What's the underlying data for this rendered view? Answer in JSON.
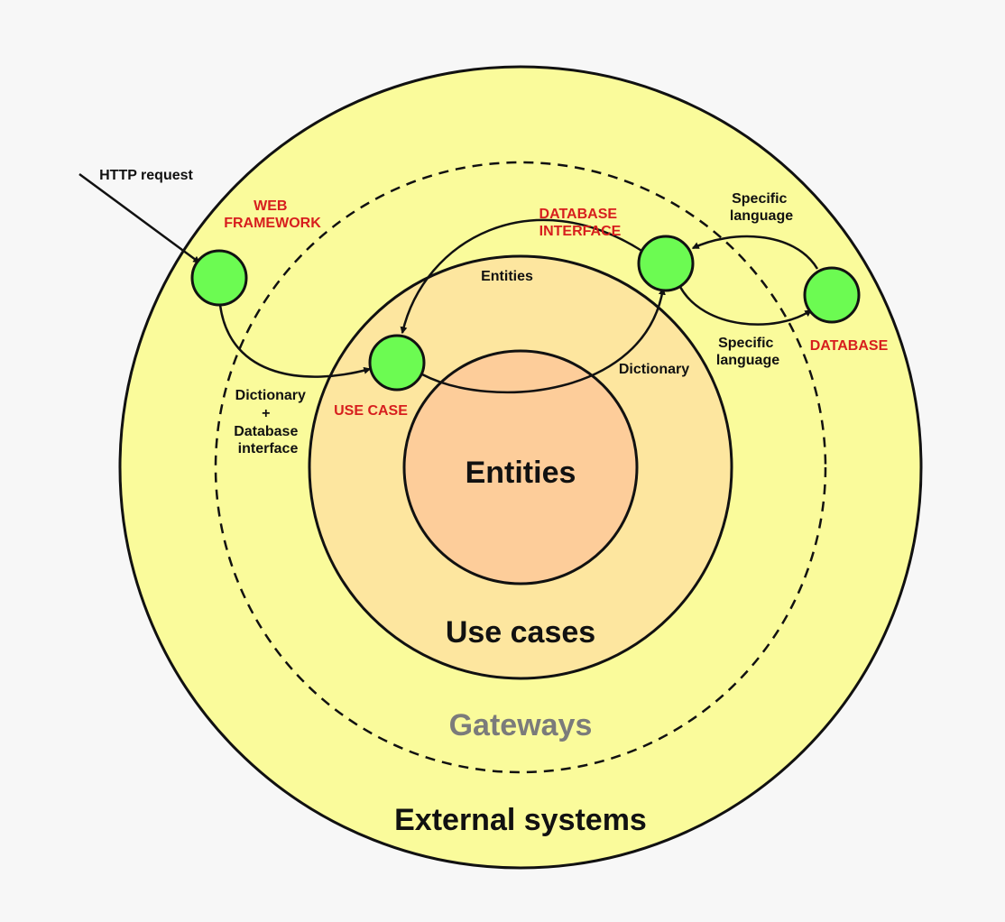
{
  "colors": {
    "external_fill": "#fafb9b",
    "use_cases_fill": "#fde69f",
    "entities_fill": "#fdcd9a",
    "node_fill": "#6cfb52",
    "node_label": "#d71e1e",
    "gateways_text": "#7b7b7b",
    "outline": "#111111"
  },
  "rings": {
    "external": "External systems",
    "gateways": "Gateways",
    "use_cases": "Use cases",
    "entities": "Entities"
  },
  "nodes": {
    "web_framework": [
      "WEB",
      "FRAMEWORK"
    ],
    "database_interface": [
      "DATABASE",
      "INTERFACE"
    ],
    "use_case": "USE CASE",
    "database": "DATABASE"
  },
  "flows": {
    "http_request": "HTTP request",
    "entities": "Entities",
    "dictionary": "Dictionary",
    "dictionary_db": [
      "Dictionary",
      "+",
      "Database",
      "interface"
    ],
    "specific_language_top": [
      "Specific",
      "language"
    ],
    "specific_language_bottom": [
      "Specific",
      "language"
    ]
  }
}
